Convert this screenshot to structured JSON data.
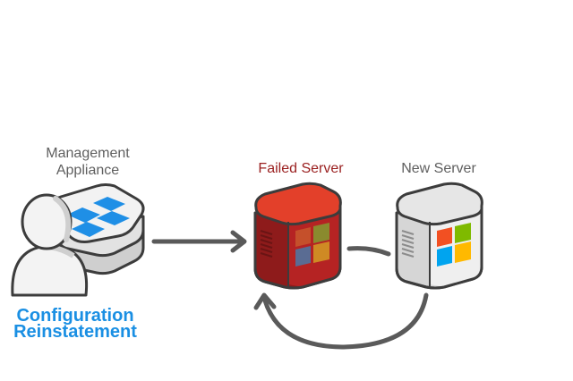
{
  "nodes": {
    "management_appliance": {
      "label_line1": "Management",
      "label_line2": "Appliance"
    },
    "failed_server": {
      "label": "Failed Server"
    },
    "new_server": {
      "label": "New Server"
    }
  },
  "caption": {
    "line1": "Configuration",
    "line2": "Reinstatement"
  },
  "colors": {
    "failed_server_red": "#e3402a",
    "new_server_gray": "#e6e6e6",
    "appliance_blue": "#1f8fe6",
    "caption_blue": "#1a8fe3",
    "arrow_gray": "#5a5a5a",
    "label_red": "#9a1f1f"
  },
  "icons": {
    "user": "user-silhouette-icon",
    "appliance": "management-appliance-icon",
    "windows": "windows-logo-icon"
  }
}
